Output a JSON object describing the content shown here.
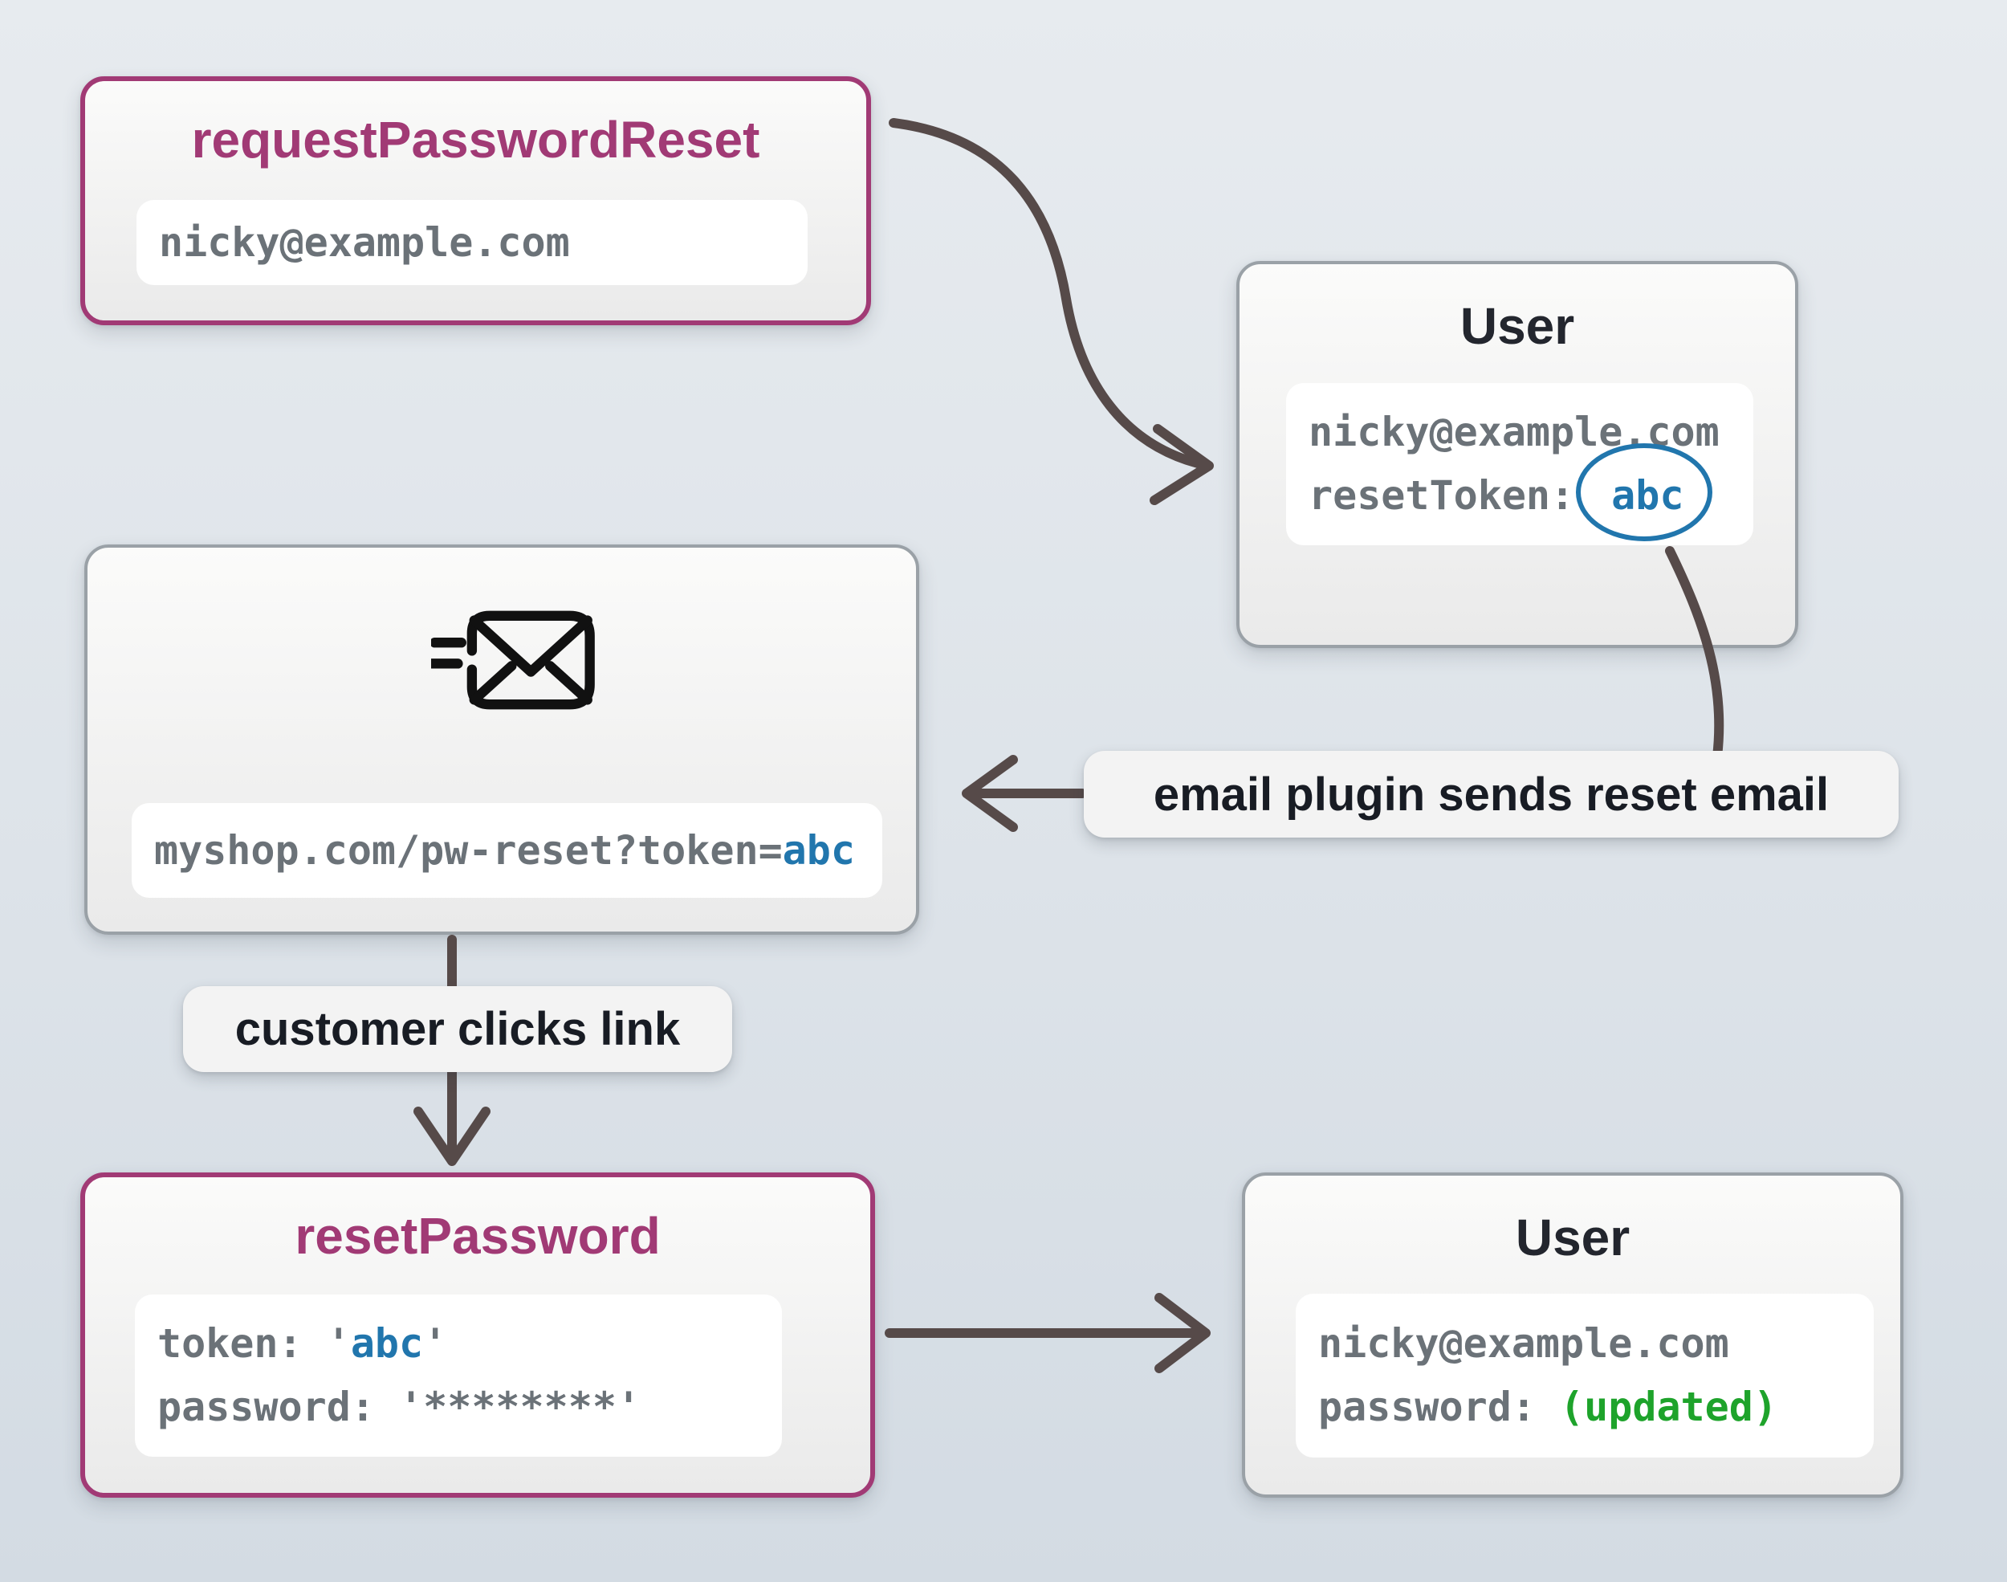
{
  "colors": {
    "background_top": "#e7ebef",
    "background_bottom": "#d3dbe3",
    "node_border_purple": "#a13a75",
    "node_border_gray": "#9aa1a7",
    "node_fill_top": "#fbfbfa",
    "node_fill_bottom": "#eaeaea",
    "title_purple": "#a13a75",
    "title_dark": "#23262e",
    "code_gray": "#6b7278",
    "code_blue": "#2176ad",
    "code_green": "#1ea32b",
    "arrow": "#564a49",
    "label_bg": "#f3f3f3",
    "label_text": "#181c24",
    "icon_black": "#111111",
    "panel_white": "#ffffff",
    "token_circle": "#2176ad"
  },
  "nodes": {
    "request_password_reset": {
      "title": "requestPasswordReset",
      "email": "nicky@example.com"
    },
    "user_top": {
      "title": "User",
      "email": "nicky@example.com",
      "token_label": "resetToken:",
      "token_value": "abc"
    },
    "email_message": {
      "icon": "mail-send-icon",
      "url_prefix": "myshop.com/pw-reset?token=",
      "url_token": "abc"
    },
    "reset_password": {
      "title": "resetPassword",
      "token_prefix": "token: '",
      "token_value": "abc",
      "token_suffix": "'",
      "password_line": "password: '********'"
    },
    "user_bottom": {
      "title": "User",
      "email": "nicky@example.com",
      "password_label": "password: ",
      "password_value": "(updated)"
    }
  },
  "flow_labels": {
    "email_plugin": "email plugin sends reset email",
    "customer_clicks": "customer clicks link"
  }
}
